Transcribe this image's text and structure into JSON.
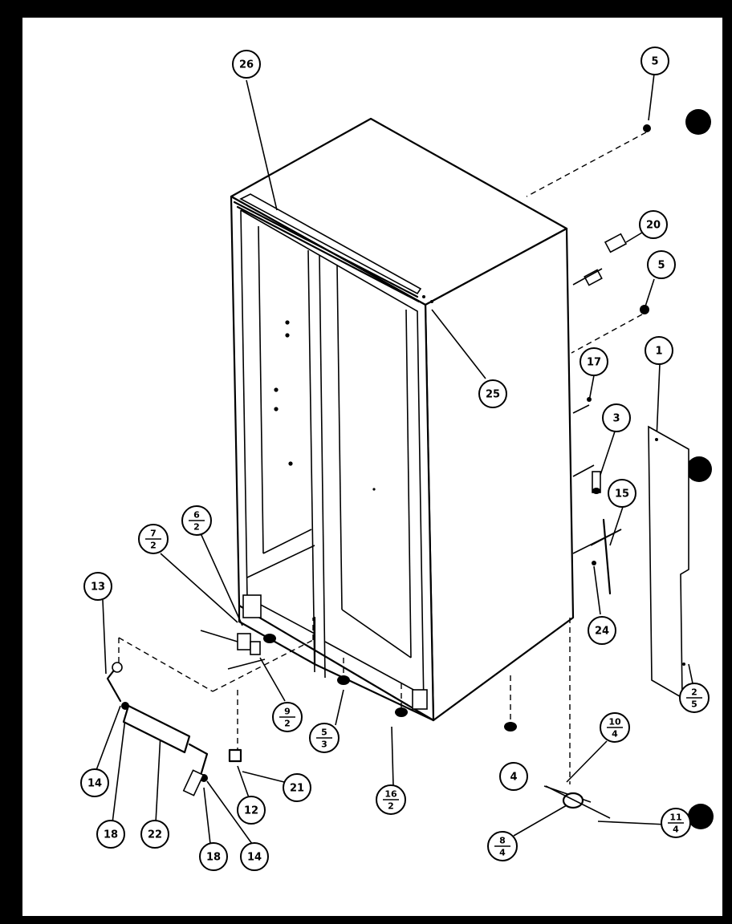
{
  "callouts": [
    {
      "id": "c26",
      "top": "26"
    },
    {
      "id": "c5a",
      "top": "5"
    },
    {
      "id": "c20",
      "top": "20"
    },
    {
      "id": "c5b",
      "top": "5"
    },
    {
      "id": "c25",
      "top": "25"
    },
    {
      "id": "c17",
      "top": "17"
    },
    {
      "id": "c1",
      "top": "1"
    },
    {
      "id": "c3",
      "top": "3"
    },
    {
      "id": "c15",
      "top": "15"
    },
    {
      "id": "c24",
      "top": "24"
    },
    {
      "id": "c6-2",
      "top": "6",
      "bottom": "2"
    },
    {
      "id": "c7-2",
      "top": "7",
      "bottom": "2"
    },
    {
      "id": "c13",
      "top": "13"
    },
    {
      "id": "c9-2",
      "top": "9",
      "bottom": "2"
    },
    {
      "id": "c5-3",
      "top": "5",
      "bottom": "3"
    },
    {
      "id": "c16-2",
      "top": "16",
      "bottom": "2"
    },
    {
      "id": "c4",
      "top": "4"
    },
    {
      "id": "c2-5",
      "top": "2",
      "bottom": "5"
    },
    {
      "id": "c10-4",
      "top": "10",
      "bottom": "4"
    },
    {
      "id": "c11-4",
      "top": "11",
      "bottom": "4"
    },
    {
      "id": "c8-4",
      "top": "8",
      "bottom": "4"
    },
    {
      "id": "c14a",
      "top": "14"
    },
    {
      "id": "c18a",
      "top": "18"
    },
    {
      "id": "c22",
      "top": "22"
    },
    {
      "id": "c12",
      "top": "12"
    },
    {
      "id": "c21",
      "top": "21"
    },
    {
      "id": "c18b",
      "top": "18"
    },
    {
      "id": "c14b",
      "top": "14"
    }
  ]
}
